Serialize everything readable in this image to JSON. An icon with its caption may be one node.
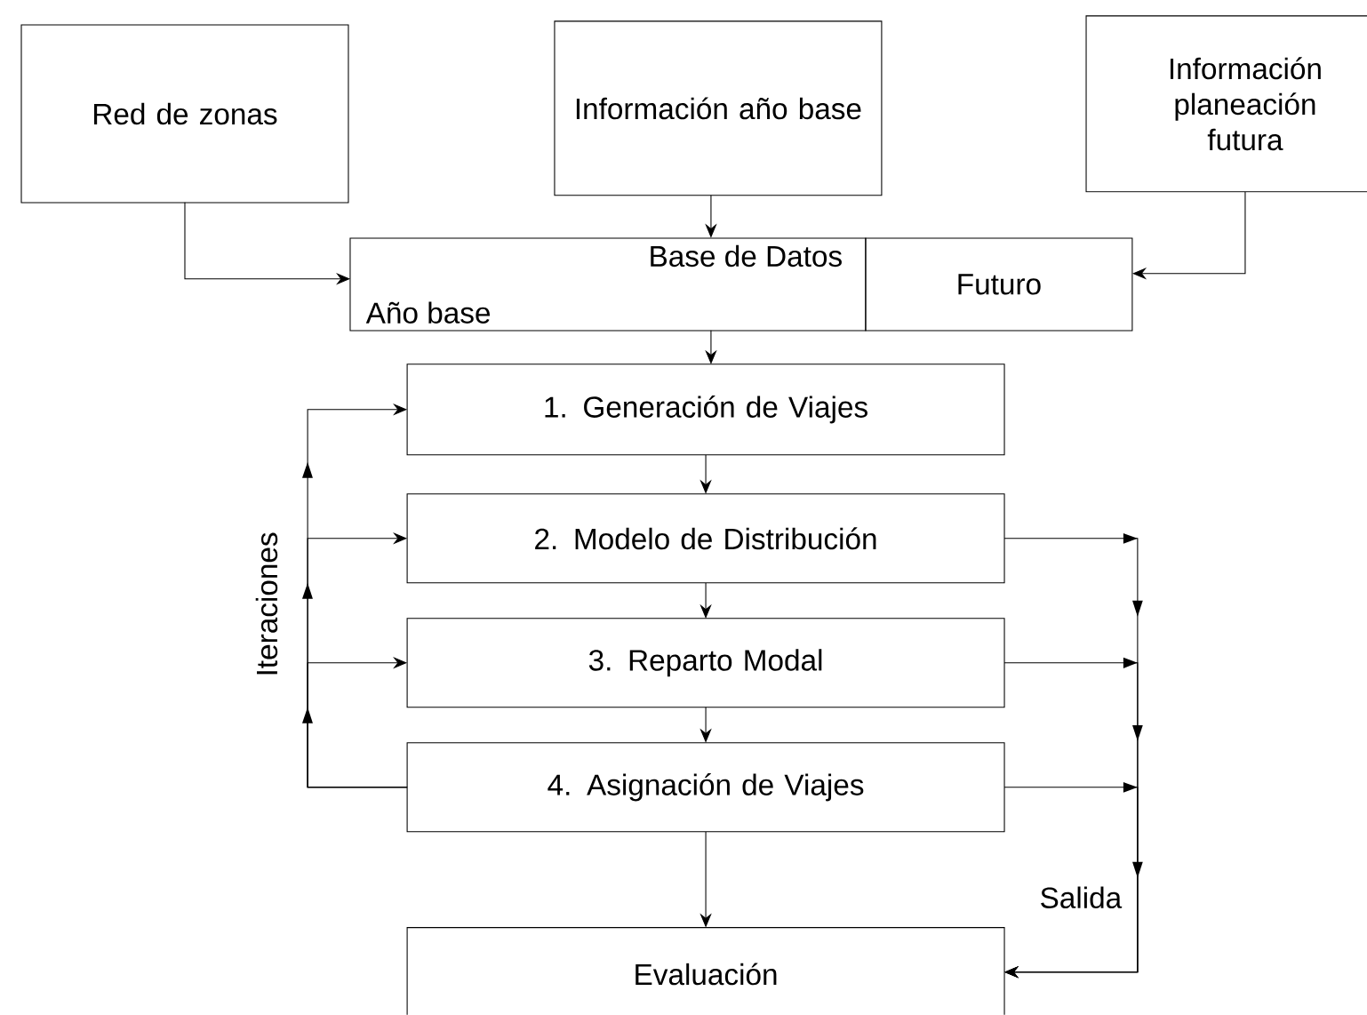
{
  "diagram": {
    "nodes": [
      {
        "text": [
          "Red de zonas"
        ]
      },
      {
        "text": [
          "Información año base"
        ]
      },
      {
        "text": [
          "Información planeación futura"
        ]
      },
      {
        "text": [
          "Base de Datos",
          "Año base"
        ]
      },
      {
        "text": [
          "Futuro"
        ]
      },
      {
        "text": [
          "1. Generación de Viajes"
        ]
      },
      {
        "text": [
          "2. Modelo de Distribución"
        ]
      },
      {
        "text": [
          "3. Reparto Modal"
        ]
      },
      {
        "text": [
          "4. Asignación de Viajes"
        ]
      },
      {
        "text": [
          "Evaluación"
        ]
      }
    ],
    "edges": [
      {
        "from": 0,
        "to": 3,
        "arrow": "to"
      },
      {
        "from": 1,
        "to": 3,
        "arrow": "to"
      },
      {
        "from": 2,
        "to": 4,
        "arrow": "to"
      },
      {
        "from": 3,
        "to": 5,
        "arrow": "to"
      },
      {
        "from": 5,
        "to": 6,
        "arrow": "to"
      },
      {
        "from": 6,
        "to": 7,
        "arrow": "to"
      },
      {
        "from": 7,
        "to": 8,
        "arrow": "to"
      },
      {
        "from": 8,
        "to": 9,
        "arrow": "to"
      },
      {
        "from": 8,
        "to": 7,
        "arrow": "to"
      },
      {
        "from": 8,
        "to": 6,
        "arrow": "to"
      },
      {
        "from": 8,
        "to": 5,
        "arrow": "to"
      },
      {
        "from": 6,
        "to": 9,
        "arrow": "to"
      },
      {
        "from": 7,
        "to": 9,
        "arrow": "to"
      },
      {
        "from": 8,
        "to": 9,
        "arrow": "to"
      }
    ],
    "labels": [
      "Iteraciones",
      "Salida"
    ]
  }
}
